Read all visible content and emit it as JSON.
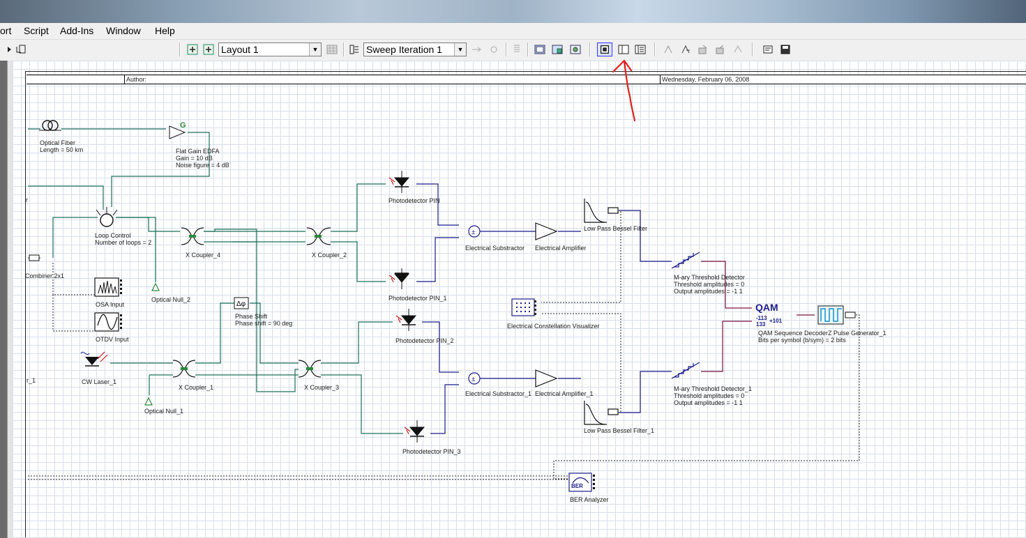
{
  "menu": {
    "items": [
      "ort",
      "Script",
      "Add-Ins",
      "Window",
      "Help"
    ]
  },
  "toolbar": {
    "layout_select": "Layout 1",
    "sweep_select": "Sweep Iteration 1"
  },
  "sheet": {
    "author_label": "Author:",
    "date": "Wednesday, February 06, 2008"
  },
  "components": {
    "optical_fiber": [
      "Optical Fiber",
      "Length = 50  km"
    ],
    "edfa": [
      "Flat Gain EDFA",
      "Gain = 10  dB",
      "Noise figure = 4  dB"
    ],
    "edfa_symbol": "G",
    "loop_control": [
      "Loop Control",
      "Number of loops = 2"
    ],
    "combiner": "Combiner 2x1",
    "osa": "OSA Input",
    "otdv": "OTDV Input",
    "cw_laser": "CW Laser_1",
    "laser_partial": "r_1",
    "r_partial": "r",
    "optical_null_2": "Optical Null_2",
    "optical_null_1": "Optical Null_1",
    "x_coupler_4": "X Coupler_4",
    "x_coupler_2": "X Coupler_2",
    "x_coupler_1": "X Coupler_1",
    "x_coupler_3": "X Coupler_3",
    "phase_shift": [
      "Phase Shift",
      "Phase shift = 90  deg"
    ],
    "pd_pin": "Photodetector PIN",
    "pd_pin_1": "Photodetector PIN_1",
    "pd_pin_2": "Photodetector PIN_2",
    "pd_pin_3": "Photodetector PIN_3",
    "subtractor": "Electrical Substractor",
    "subtractor_1": "Electrical Substractor_1",
    "amplifier": "Electrical Amplifier",
    "amplifier_1": "Electrical Amplifier_1",
    "bessel": "Low Pass Bessel Filter",
    "bessel_1": "Low Pass Bessel Filter_1",
    "constellation": "Electrical Constellation Visualizer",
    "threshold": [
      "M-ary Threshold Detector",
      "Threshold amplitudes = 0",
      "Output amplitudes = -1 1"
    ],
    "threshold_1": [
      "M-ary Threshold Detector_1",
      "Threshold amplitudes = 0",
      "Output amplitudes = -1 1"
    ],
    "qam_symbol": "QAM",
    "qam_digits": [
      "-113",
      "+101",
      "133"
    ],
    "qam_decoder": [
      "QAM Sequence Decoder",
      "Bits per symbol (b/sym) = 2  bits"
    ],
    "nrz": "Z Pulse Generator_1",
    "ber_symbol": "BER",
    "ber": "BER Analyzer"
  },
  "colors": {
    "optical_wire": "#1a6f5a",
    "electrical_wire": "#1a1a8a",
    "digital_wire": "#7a1040",
    "annotation_arrow": "#e0201a"
  }
}
